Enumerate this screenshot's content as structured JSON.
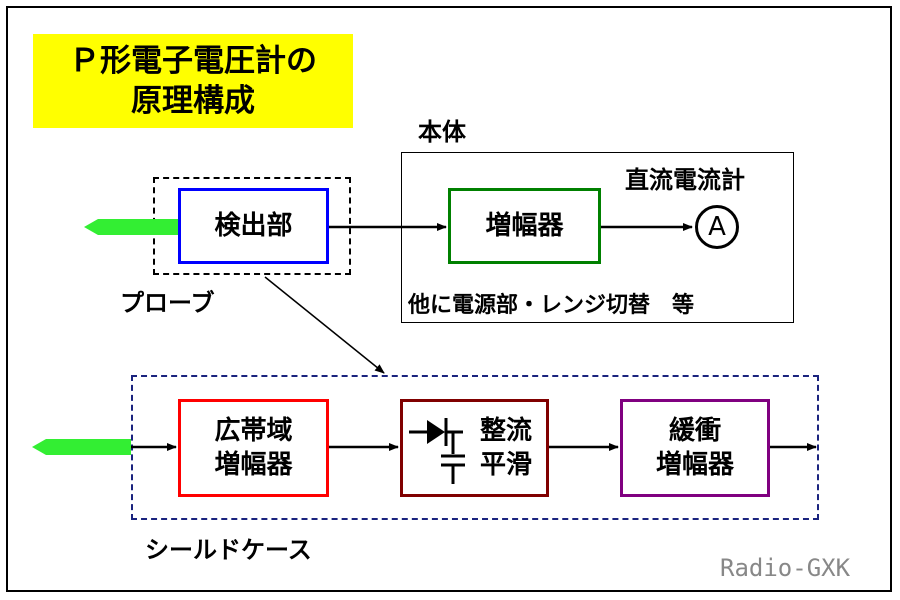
{
  "title": {
    "line1": "Ｐ形電子電圧計の",
    "line2": "原理構成"
  },
  "labels": {
    "body": "本体",
    "meter_name": "直流電流計",
    "meter_symbol": "A",
    "body_note": "他に電源部・レンジ切替　等",
    "probe": "プローブ",
    "shield_case": "シールドケース"
  },
  "blocks": {
    "detector": "検出部",
    "amp": "増幅器",
    "wideband_line1": "広帯域",
    "wideband_line2": "増幅器",
    "rectifier_line1": "整流",
    "rectifier_line2": "平滑",
    "buffer_line1": "緩衝",
    "buffer_line2": "増幅器"
  },
  "colors": {
    "title_bg": "#ffff00",
    "detector": "#0000ff",
    "amp": "#008000",
    "wideband": "#ff0000",
    "rectifier": "#800000",
    "buffer": "#800080",
    "probe_tip": "#33ee33",
    "shield": "#1a237e"
  },
  "credit": "Radio-GXK"
}
